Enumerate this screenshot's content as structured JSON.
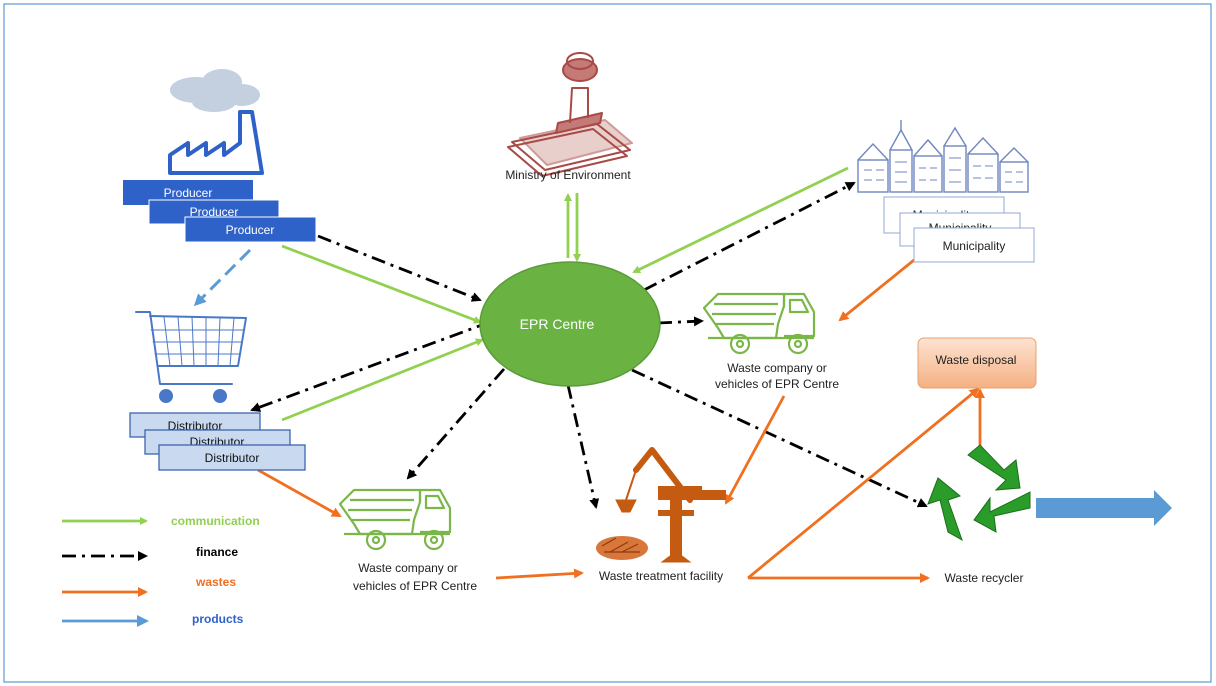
{
  "nodes": {
    "producer": [
      "Producer",
      "Producer",
      "Producer"
    ],
    "ministry": "Ministry of Environment",
    "municipality": [
      "Municipality",
      "Municipality",
      "Municipality"
    ],
    "epr_centre": "EPR Centre",
    "waste_company_right": [
      "Waste company or",
      "vehicles of EPR Centre"
    ],
    "waste_company_left": [
      "Waste company or",
      "vehicles of EPR Centre"
    ],
    "distributor": [
      "Distributor",
      "Distributor",
      "Distributor"
    ],
    "waste_disposal": "Waste disposal",
    "waste_treatment": "Waste treatment facility",
    "waste_recycler": "Waste recycler"
  },
  "legend": {
    "communication": "communication",
    "finance": "finance",
    "wastes": "wastes",
    "products": "products"
  },
  "colors": {
    "communication": "#92d050",
    "finance": "#000000",
    "wastes": "#f07020",
    "products": "#5b9bd5",
    "epr_fill": "#6ab343",
    "producer_fill": "#2e62c9",
    "distributor_fill": "#c9daf0",
    "ministry_icon": "#b85450",
    "truck_icon": "#7ab648",
    "municipality_icon": "#8094c8",
    "recycle_icon": "#2a9c2a",
    "treatment_icon": "#c55a11",
    "disposal_fill": "#f8cbad"
  },
  "icons": [
    "factory-icon",
    "cart-icon",
    "stamp-icon",
    "town-icon",
    "truck-icon",
    "crane-icon",
    "recycle-icon"
  ]
}
